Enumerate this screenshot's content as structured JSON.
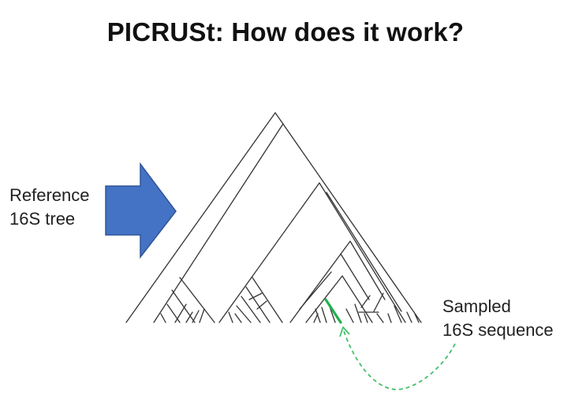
{
  "slide": {
    "title": "PICRUSt: How does it work?"
  },
  "labels": {
    "reference_line1": "Reference",
    "reference_line2": "16S tree",
    "sampled_line1": "Sampled",
    "sampled_line2": "16S sequence"
  },
  "colors": {
    "arrow_fill": "#4472C4",
    "arrow_stroke": "#2F5597",
    "tree_lines": "#333333",
    "highlight_branch": "#1FB14C",
    "pointer_arrow": "#44C06A"
  },
  "icons": {
    "reference_arrow": "right-block-arrow-icon",
    "sample_pointer": "curved-dashed-arrow-icon"
  }
}
